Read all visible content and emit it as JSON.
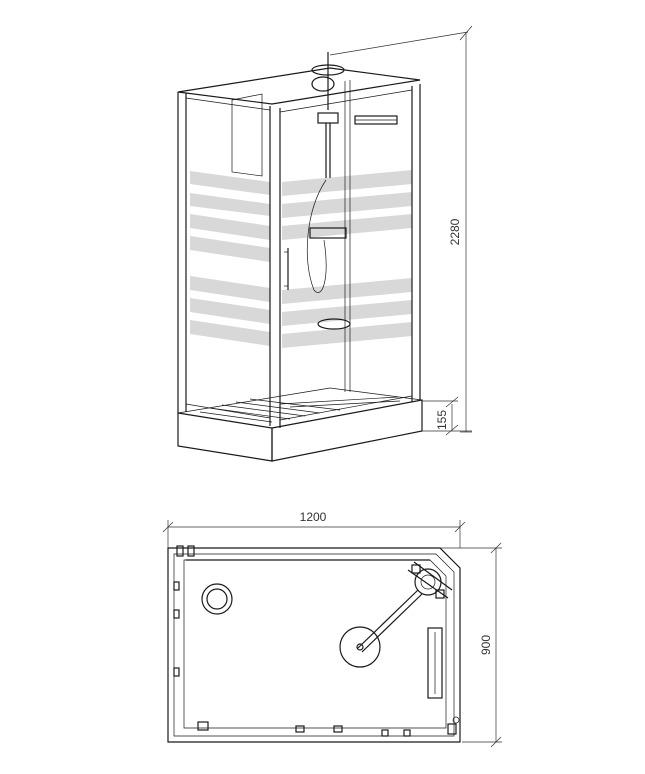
{
  "dimensions": {
    "height": "2280",
    "tray_height": "155",
    "width": "1200",
    "depth": "900"
  },
  "colors": {
    "line": "#1a1a1a",
    "frosted_band": "#d8d8d8",
    "background": "#ffffff"
  }
}
